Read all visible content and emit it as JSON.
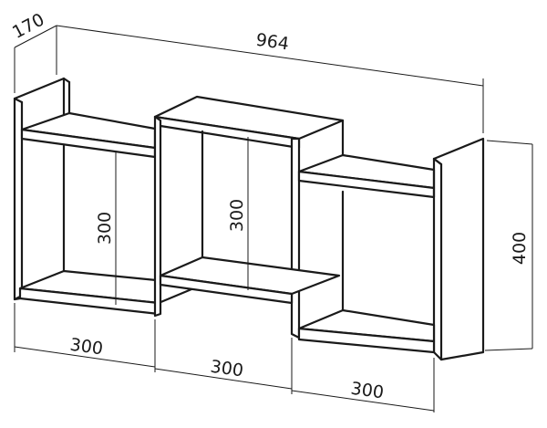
{
  "dimensions": {
    "overall_width": "964",
    "depth": "170",
    "overall_height": "400",
    "left_section_height": "300",
    "middle_section_height": "300",
    "left_section_width": "300",
    "middle_section_width": "300",
    "right_section_width": "300"
  },
  "colors": {
    "line": "#1a1a1a",
    "background": "#ffffff"
  }
}
